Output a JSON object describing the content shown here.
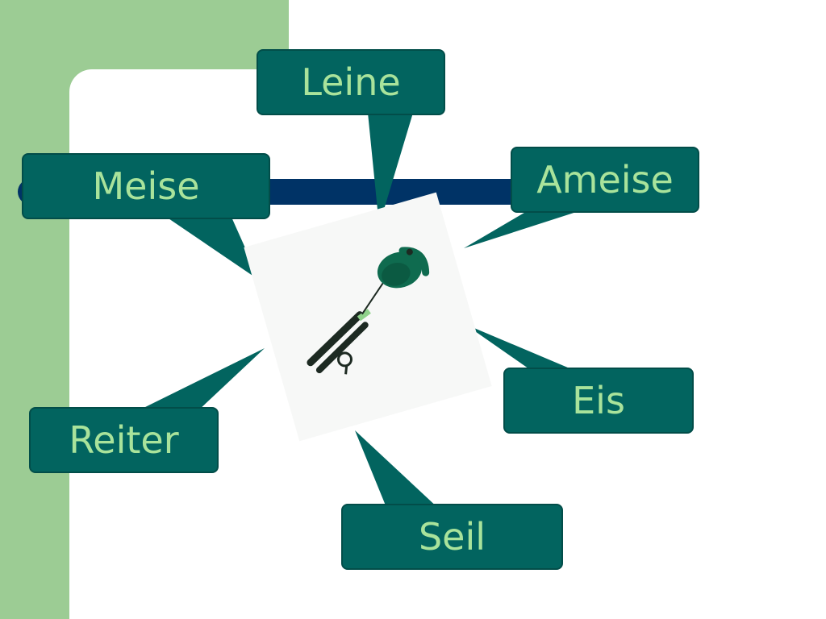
{
  "colors": {
    "background": "#ffffff",
    "left_strip": "#9ccc94",
    "title_bar": "#003366",
    "callout_fill": "#02645f",
    "callout_text": "#a9e39b"
  },
  "callouts": {
    "leine": "Leine",
    "meise": "Meise",
    "ameise": "Ameise",
    "eis": "Eis",
    "reiter": "Reiter",
    "seil": "Seil"
  },
  "center_image": {
    "icon": "retractable-dog-leash-icon"
  }
}
